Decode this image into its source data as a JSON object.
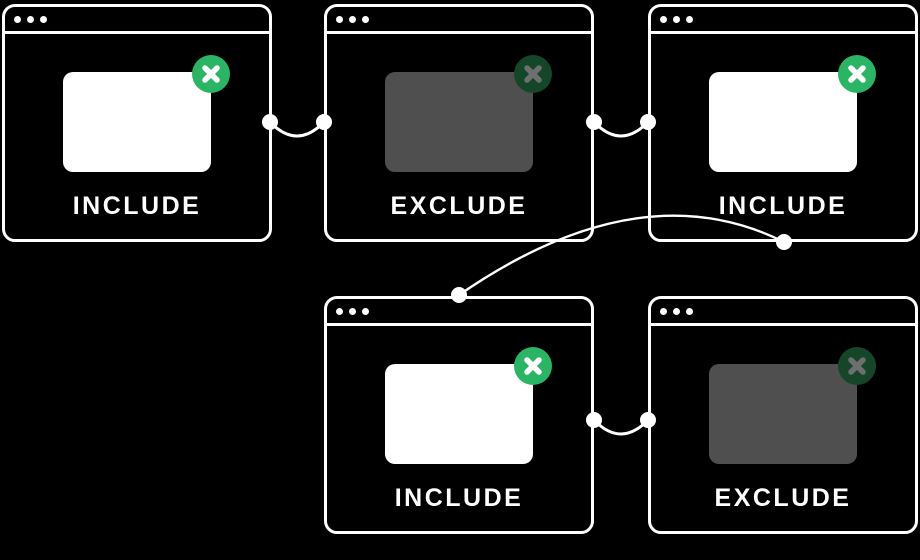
{
  "colors": {
    "background": "#000000",
    "window_border": "#ffffff",
    "include_green": "#29b563",
    "exclude_green": "#15462a",
    "include_thumb": "#ffffff",
    "exclude_thumb": "#4f4f4f",
    "exclude_x": "#6f6f6f",
    "label_text": "#ffffff",
    "connector": "#ffffff"
  },
  "windows": [
    {
      "label": "INCLUDE",
      "type": "include"
    },
    {
      "label": "EXCLUDE",
      "type": "exclude"
    },
    {
      "label": "INCLUDE",
      "type": "include"
    },
    {
      "label": "INCLUDE",
      "type": "include"
    },
    {
      "label": "EXCLUDE",
      "type": "exclude"
    }
  ],
  "icons": {
    "badge": "x-icon",
    "titlebar": "window-dots-icon",
    "connector_handle": "connector-node-dot"
  }
}
